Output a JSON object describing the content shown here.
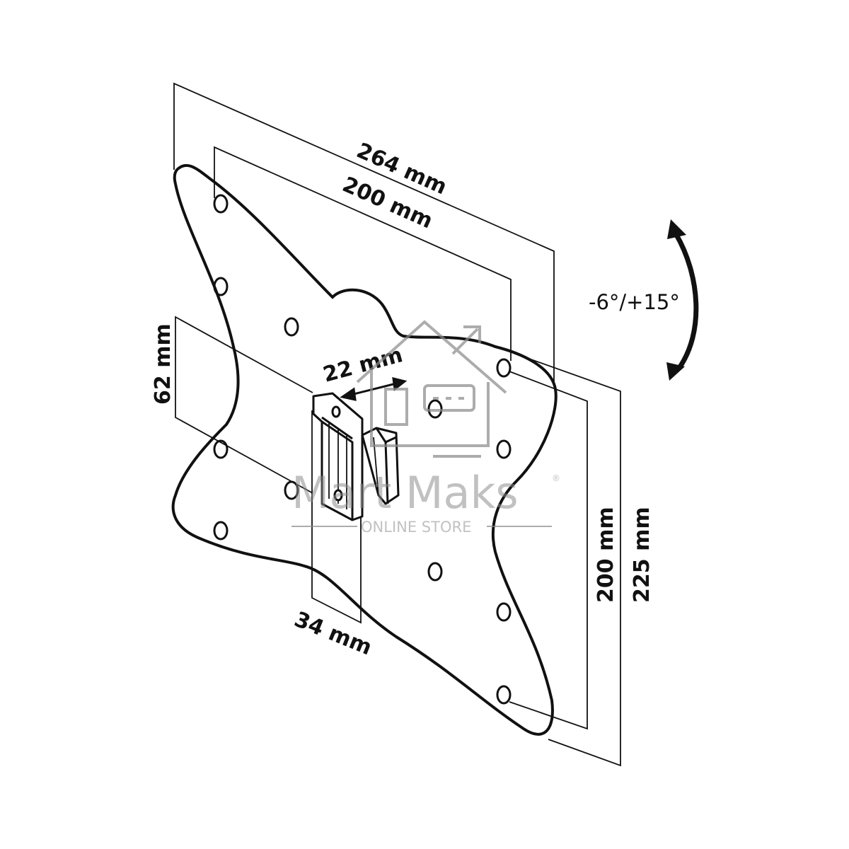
{
  "dimensions": {
    "width_outer": "264 mm",
    "width_inner": "200 mm",
    "height_inner": "200 mm",
    "height_outer": "225 mm",
    "bracket_height": "62 mm",
    "bracket_width": "34 mm",
    "bracket_depth": "22 mm"
  },
  "tilt": "-6°/+15°",
  "watermark": {
    "brand": "Mart Maks",
    "tagline": "ONLINE STORE",
    "registered": "®"
  },
  "colors": {
    "line": "#111111",
    "watermark": "#8a8a8a"
  }
}
